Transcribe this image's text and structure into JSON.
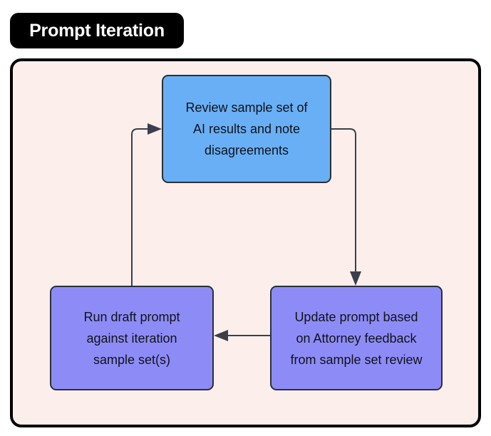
{
  "title": {
    "text": "Prompt Iteration"
  },
  "colors": {
    "page_background": "#ffffff",
    "title_pill_background": "#000000",
    "title_text": "#ffffff",
    "container_background": "#fcefeb",
    "container_border": "#000000",
    "review_node_fill": "#69aff5",
    "prompt_node_fill": "#8d8cf7",
    "node_border": "#2b2f38",
    "node_text": "#10131a",
    "connector": "#3a3f4b"
  },
  "nodes": [
    {
      "id": "review",
      "label": "Review sample set of\nAI results and note\ndisagreements",
      "fill": "#69aff5"
    },
    {
      "id": "run",
      "label": "Run draft prompt\nagainst iteration\nsample set(s)",
      "fill": "#8d8cf7"
    },
    {
      "id": "update",
      "label": "Update prompt based\non Attorney feedback\nfrom sample set review",
      "fill": "#8d8cf7"
    }
  ],
  "edges": [
    {
      "id": "review-to-update",
      "from": "review",
      "to": "update",
      "label": "",
      "direction": "down"
    },
    {
      "id": "update-to-run",
      "from": "update",
      "to": "run",
      "label": "",
      "direction": "left"
    },
    {
      "id": "run-to-review",
      "from": "run",
      "to": "review",
      "label": "",
      "direction": "right"
    }
  ]
}
